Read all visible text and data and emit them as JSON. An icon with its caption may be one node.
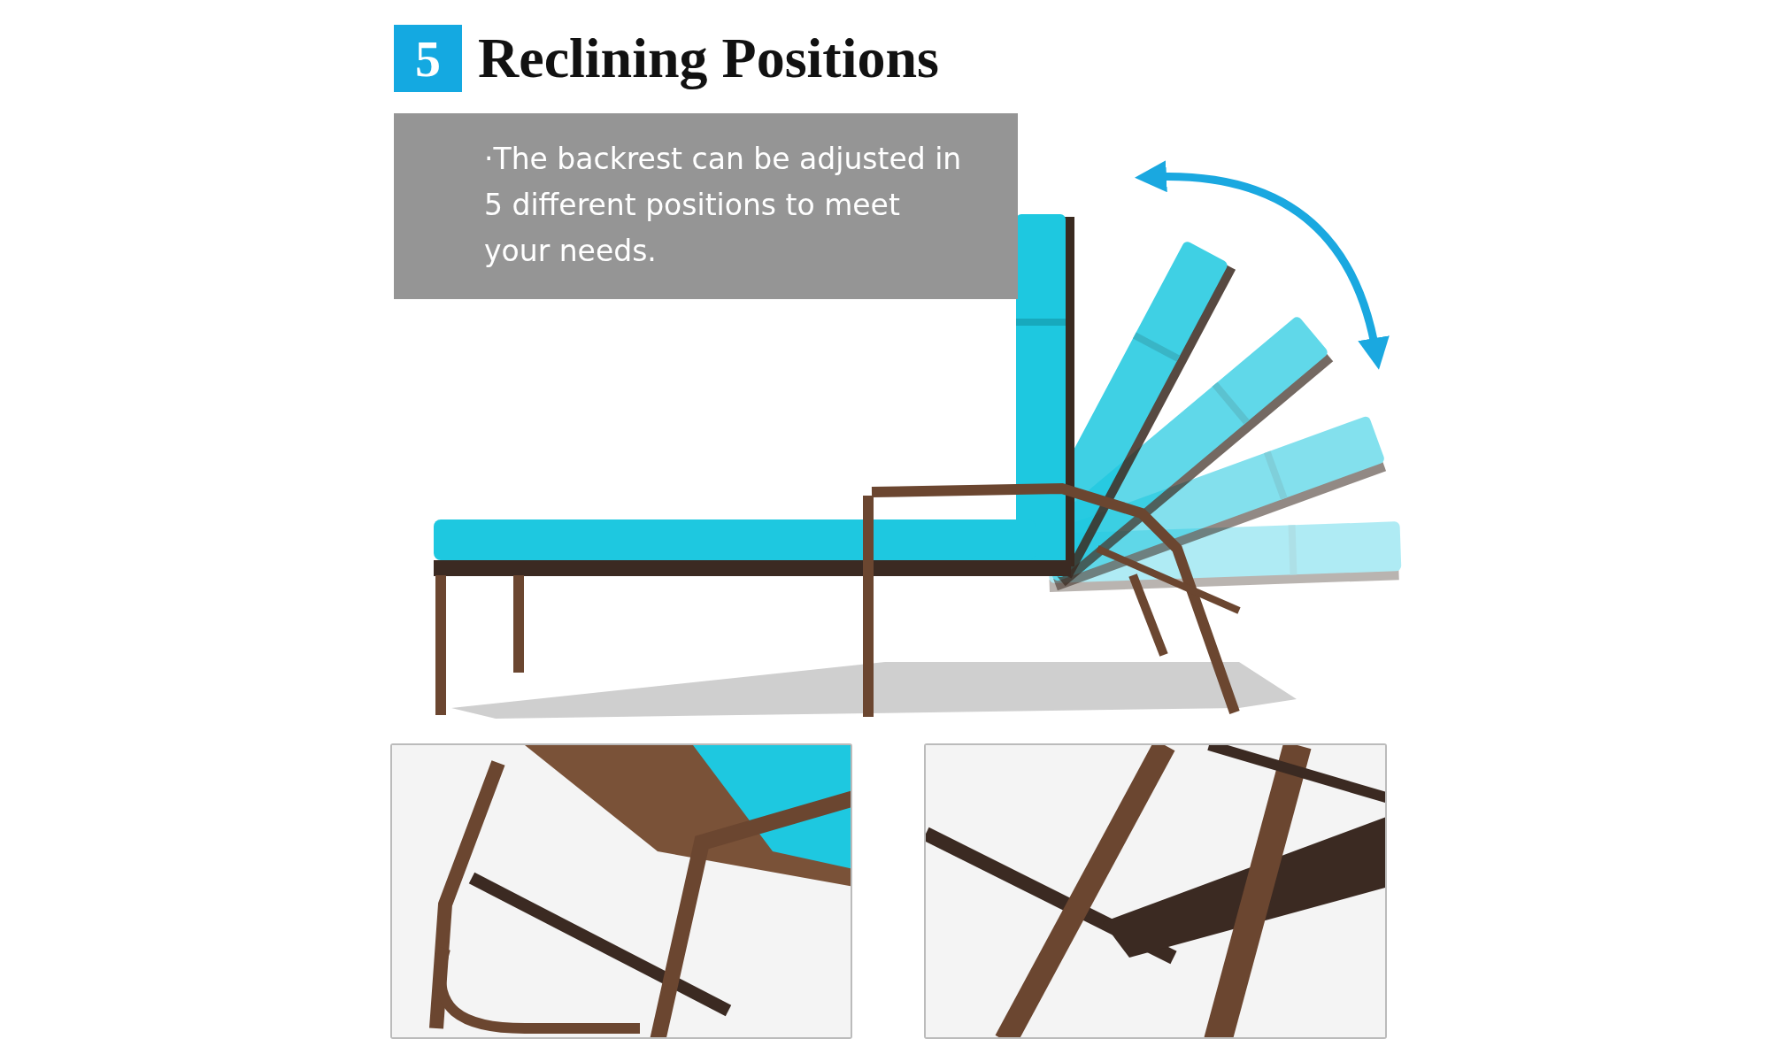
{
  "diagram": {
    "title": "Reclining Positions",
    "nodes": [
      {
        "text": [
          "·The backrest can be adjusted in 5 different positions to meet your needs."
        ]
      }
    ],
    "labels": [
      "5"
    ]
  }
}
